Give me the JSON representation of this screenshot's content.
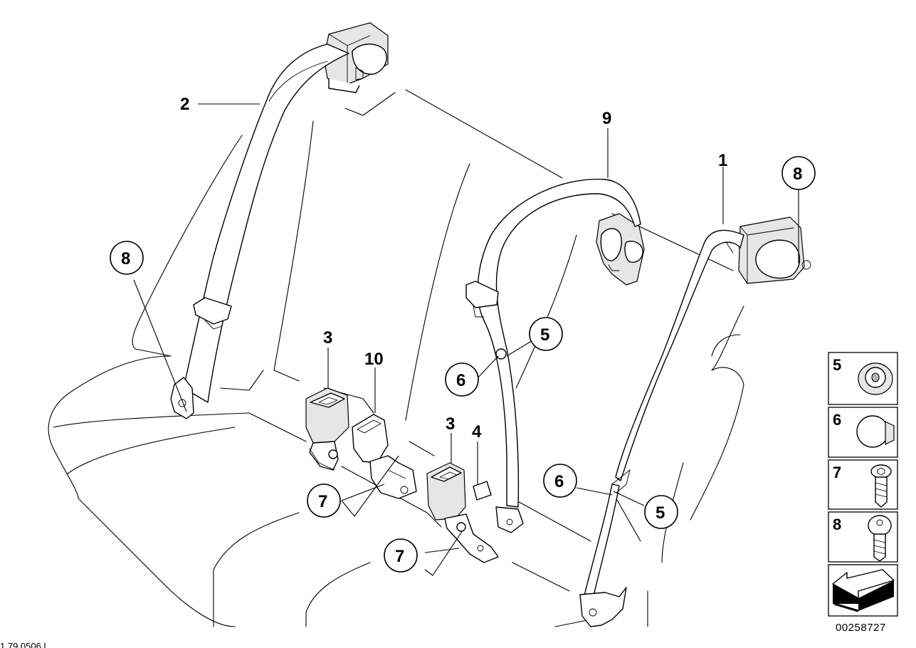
{
  "diagram": {
    "callouts": {
      "c1": "1",
      "c2": "2",
      "c3a": "3",
      "c3b": "3",
      "c4": "4",
      "c5a": "5",
      "c5b": "5",
      "c6a": "6",
      "c6b": "6",
      "c7a": "7",
      "c7b": "7",
      "c8a": "8",
      "c8b": "8",
      "c9": "9",
      "c10": "10"
    },
    "legend": [
      {
        "number": "5",
        "part_icon": "cap-nut-icon"
      },
      {
        "number": "6",
        "part_icon": "cover-cap-icon"
      },
      {
        "number": "7",
        "part_icon": "hex-socket-bolt-icon"
      },
      {
        "number": "8",
        "part_icon": "torx-bolt-icon"
      }
    ],
    "direction_icon": "forward-arrow-icon",
    "document_number": "00258727",
    "corner_text": "1  79 0506 l"
  },
  "colors": {
    "line": "#000000",
    "background": "#ffffff",
    "shade": "#e6e6e6"
  }
}
